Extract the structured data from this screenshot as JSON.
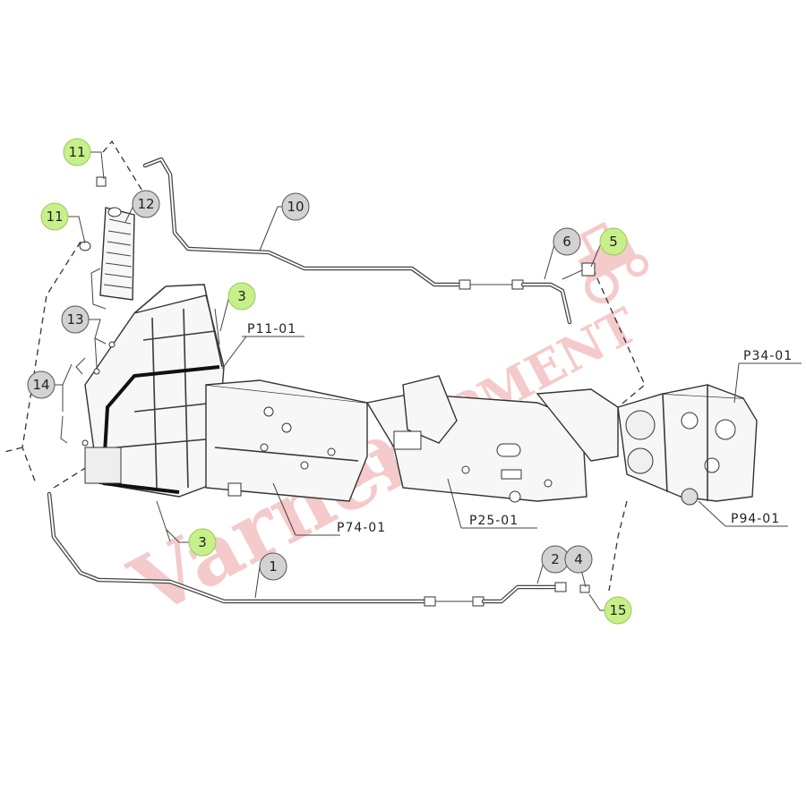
{
  "diagram": {
    "callouts": [
      {
        "id": "c11a",
        "label": "11",
        "highlight": true
      },
      {
        "id": "c11b",
        "label": "11",
        "highlight": true
      },
      {
        "id": "c12",
        "label": "12",
        "highlight": false
      },
      {
        "id": "c10",
        "label": "10",
        "highlight": false
      },
      {
        "id": "c6",
        "label": "6",
        "highlight": false
      },
      {
        "id": "c5",
        "label": "5",
        "highlight": true
      },
      {
        "id": "c3a",
        "label": "3",
        "highlight": true
      },
      {
        "id": "c13",
        "label": "13",
        "highlight": false
      },
      {
        "id": "c14",
        "label": "14",
        "highlight": false
      },
      {
        "id": "c3b",
        "label": "3",
        "highlight": true
      },
      {
        "id": "c1",
        "label": "1",
        "highlight": false
      },
      {
        "id": "c2",
        "label": "2",
        "highlight": false
      },
      {
        "id": "c4",
        "label": "4",
        "highlight": false
      },
      {
        "id": "c15",
        "label": "15",
        "highlight": true
      }
    ],
    "part_labels": {
      "p11": "P11-01",
      "p34": "P34-01",
      "p74": "P74-01",
      "p25": "P25-01",
      "p94": "P94-01"
    },
    "highlight_color": "#c8f08a",
    "watermark": "Varner's EQUIPMENT"
  }
}
